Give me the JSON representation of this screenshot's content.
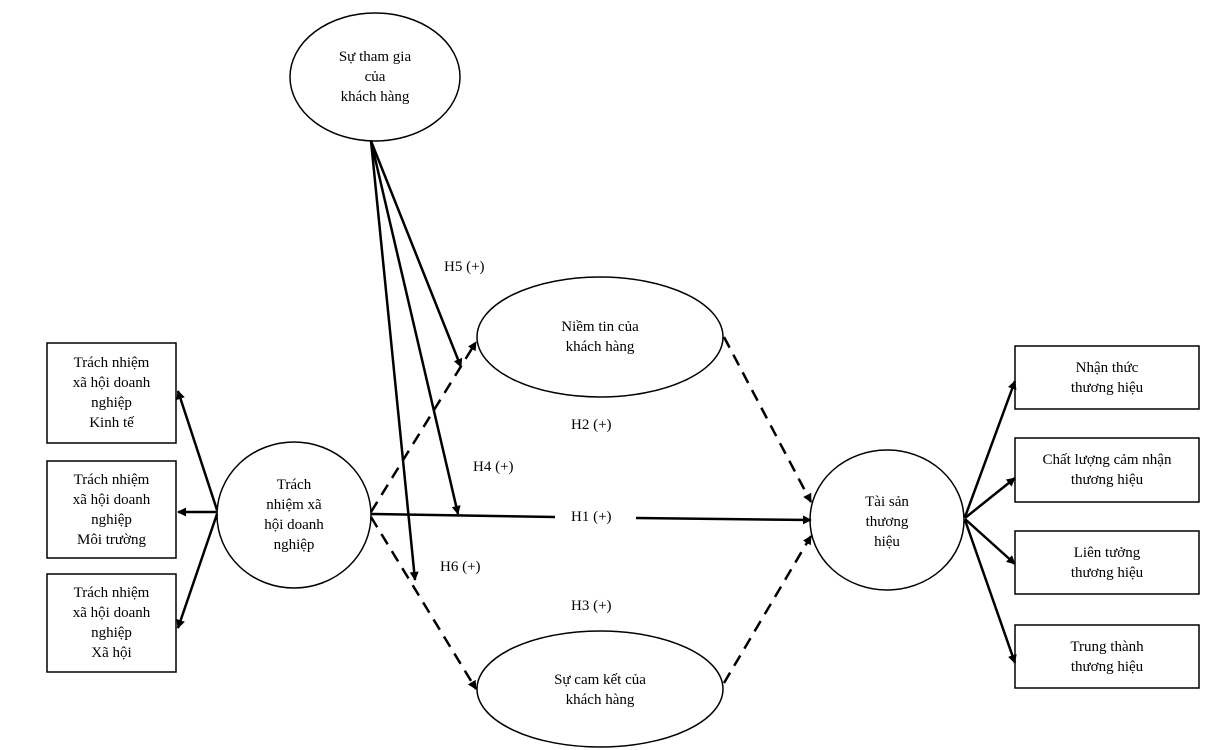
{
  "nodes": {
    "participation": "Sự tham gia\ncủa\nkhách hàng",
    "trust": "Niềm tin của\nkhách hàng",
    "csr": "Trách\nnhiệm xã\nhội doanh\nnghiệp",
    "commitment": "Sự cam kết của\nkhách hàng",
    "brand_equity": "Tài sản\nthương\nhiệu",
    "csr_economic": "Trách nhiệm\nxã hội doanh\nnghiệp\nKinh tế",
    "csr_environment": "Trách nhiệm\nxã hội doanh\nnghiệp\nMôi trường",
    "csr_social": "Trách nhiệm\nxã hội doanh\nnghiệp\nXã hội",
    "awareness": "Nhận thức\nthương hiệu",
    "perceived_quality": "Chất lượng cảm nhận\nthương hiệu",
    "association": "Liên tưởng\nthương hiệu",
    "loyalty": "Trung thành\nthương hiệu"
  },
  "hypotheses": {
    "h1": "H1 (+)",
    "h2": "H2 (+)",
    "h3": "H3 (+)",
    "h4": "H4 (+)",
    "h5": "H5 (+)",
    "h6": "H6 (+)"
  }
}
